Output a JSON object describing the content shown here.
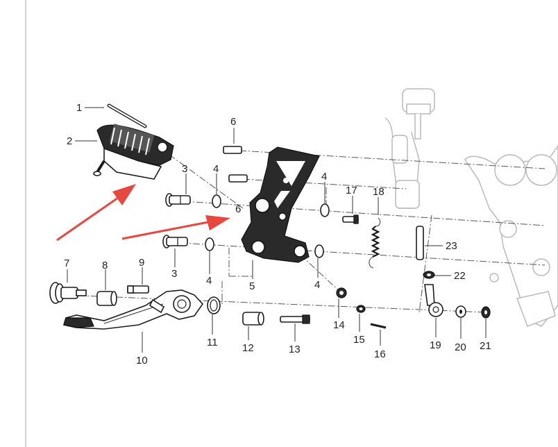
{
  "diagram": {
    "callouts": [
      "1",
      "2",
      "3",
      "4",
      "6",
      "4",
      "17",
      "18",
      "6",
      "23",
      "3",
      "4",
      "5",
      "4",
      "7",
      "8",
      "9",
      "22",
      "14",
      "15",
      "19",
      "20",
      "21",
      "11",
      "12",
      "13",
      "16",
      "10"
    ],
    "colors": {
      "arrow": "#e8473d",
      "line": "#1b1b1b",
      "ghost": "#b9b9b9",
      "rule": "#d4d4d4"
    }
  }
}
